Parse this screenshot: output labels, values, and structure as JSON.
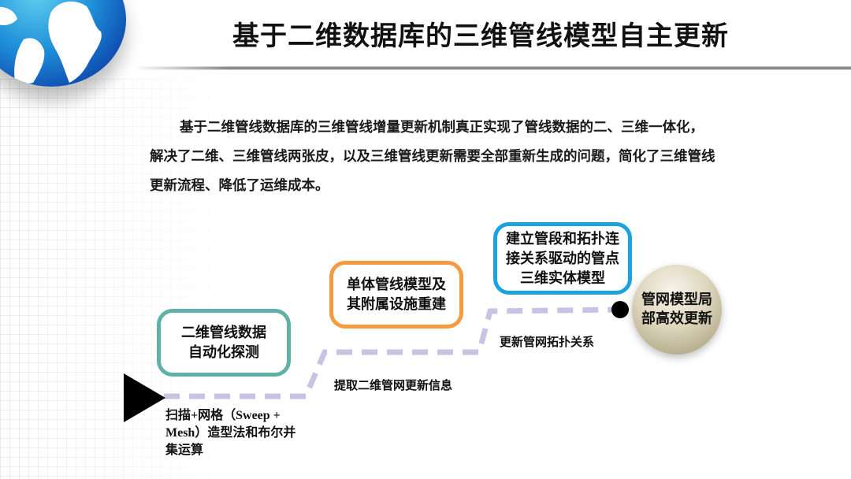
{
  "header": {
    "title": "基于二维数据库的三维管线模型自主更新",
    "logo_icon": "globe-icon"
  },
  "intro": {
    "text": "基于二维管线数据库的三维管线增量更新机制真正实现了管线数据的二、三维一体化，解决了二维、三维管线两张皮，以及三维管线更新需要全部重新生成的问题，简化了三维管线更新流程、降低了运维成本。"
  },
  "flow": {
    "start_icon": "play-triangle-icon",
    "end_icon": "dot-icon",
    "path_color": "#c9c3e3",
    "steps": [
      {
        "lines": [
          "二维管线数据",
          "自动化探测"
        ],
        "border_color": "#5fb1a8"
      },
      {
        "lines": [
          "单体管线模型及",
          "其附属设施重建"
        ],
        "border_color": "#f59a3e"
      },
      {
        "lines": [
          "建立管段和拓扑连",
          "接关系驱动的管点",
          "三维实体模型"
        ],
        "border_color": "#1aa4de"
      }
    ],
    "goal": {
      "lines": [
        "管网模型局",
        "部高效更新"
      ]
    },
    "connector_labels": [
      "提取二维管网更新信息",
      "更新管网拓扑关系"
    ],
    "note": "扫描+网格（Sweep + Mesh）造型法和布尔并集运算"
  }
}
